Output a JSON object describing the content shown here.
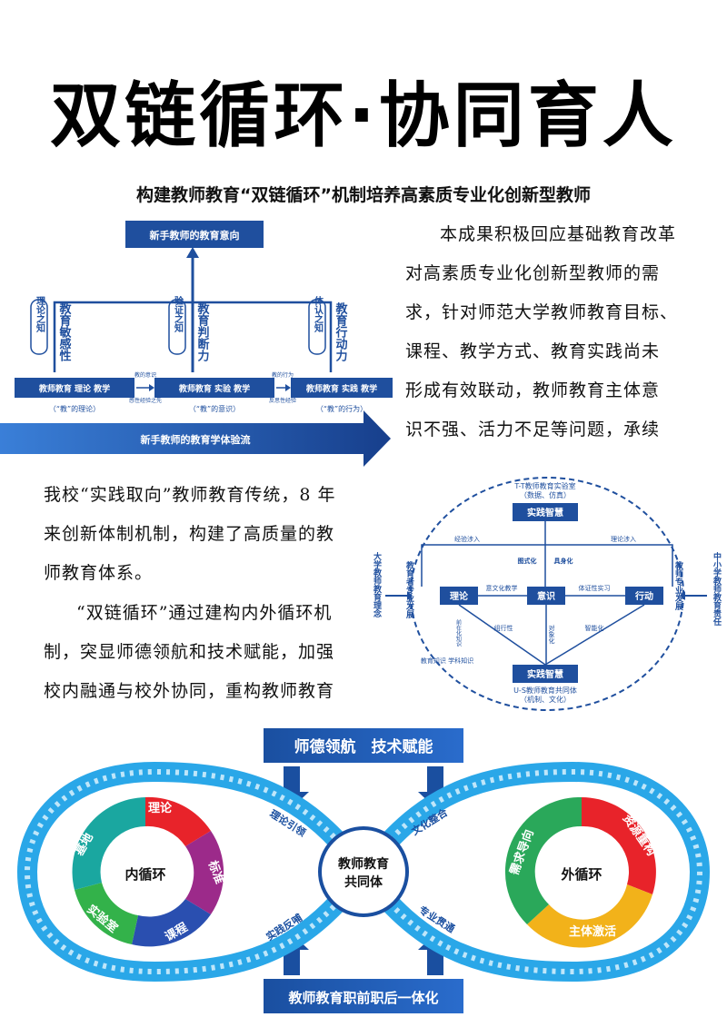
{
  "title": "双链循环·协同育人",
  "subtitle": "构建教师教育“双链循环”机制培养高素质专业化创新型教师",
  "para1": [
    "本成果积极回应基础教育改革",
    "对高素质专业化创新型教师的需",
    "求，针对师范大学教师教育目标、",
    "课程、教学方式、教育实践尚未",
    "形成有效联动，教师教育主体意",
    "识不强、活力不足等问题，承续"
  ],
  "para2": [
    "我校“实践取向”教师教育传统，8 年",
    "来创新体制机制，构建了高质量的教",
    "师教育体系。"
  ],
  "para3": [
    "“双链循环”通过建构内外循环机",
    "制，突显师德领航和技术赋能，加强",
    "校内融通与校外协同，重构教师教育"
  ],
  "fig1": {
    "top_box": "新手教师的教育意向",
    "bottom_arrow": "新手教师的教育学体验流",
    "columns": [
      {
        "side": "理论之知",
        "main": "教育敏感性",
        "box": "教师教育 理论 教学",
        "caption": "（“教”的理论）"
      },
      {
        "side": "验证之知",
        "main": "教育判断力",
        "box": "教师教育 实验 教学",
        "caption": "（“教”的意识）"
      },
      {
        "side": "体认之知",
        "main": "教育行动力",
        "box": "教师教育 实践 教学",
        "caption": "（“教”的行为）"
      }
    ],
    "links": [
      {
        "top": "教的意识",
        "bottom": "感性经验之先"
      },
      {
        "top": "教的行为",
        "bottom": "反思性经验"
      }
    ]
  },
  "fig2": {
    "top_caption": "T-T教师教育实验室",
    "top_caption2": "（数据、仿真）",
    "top_box": "实践智慧",
    "bottom_box": "实践智慧",
    "bottom_caption": "U-S教师教育共同体",
    "bottom_caption2": "（机制、文化）",
    "left_label": "大学教师教育理念",
    "right_label": "中小学教师教育责任",
    "inner_left": "教育者专业发展",
    "inner_right": "教师专业发展",
    "theory": "理论",
    "conscious": "意识",
    "action": "行动",
    "l_exp": "经验涉入",
    "r_exp": "理论涉入",
    "formal": "图式化",
    "embody": "具身化",
    "culture": "意文化教学",
    "evidence": "体证性实习",
    "obj": "对象化",
    "vertical1": "组行性",
    "vertical2": "智能化",
    "knowledge": "教育知识 学科知识",
    "know_side": "前在化知识"
  },
  "fig3": {
    "banner_top": "师德领航　技术赋能",
    "banner_bottom": "教师教育职前职后一体化",
    "center": [
      "教师教育",
      "共同体"
    ],
    "inner": "内循环",
    "outer": "外循环",
    "inner_segments": [
      "理论",
      "标准",
      "课程",
      "实验室",
      "基地"
    ],
    "outer_segments": [
      "资源重构",
      "主体激活",
      "需求导向"
    ],
    "flows": [
      "理论引领",
      "文化整合",
      "实践反哺",
      "专业贯通"
    ]
  }
}
